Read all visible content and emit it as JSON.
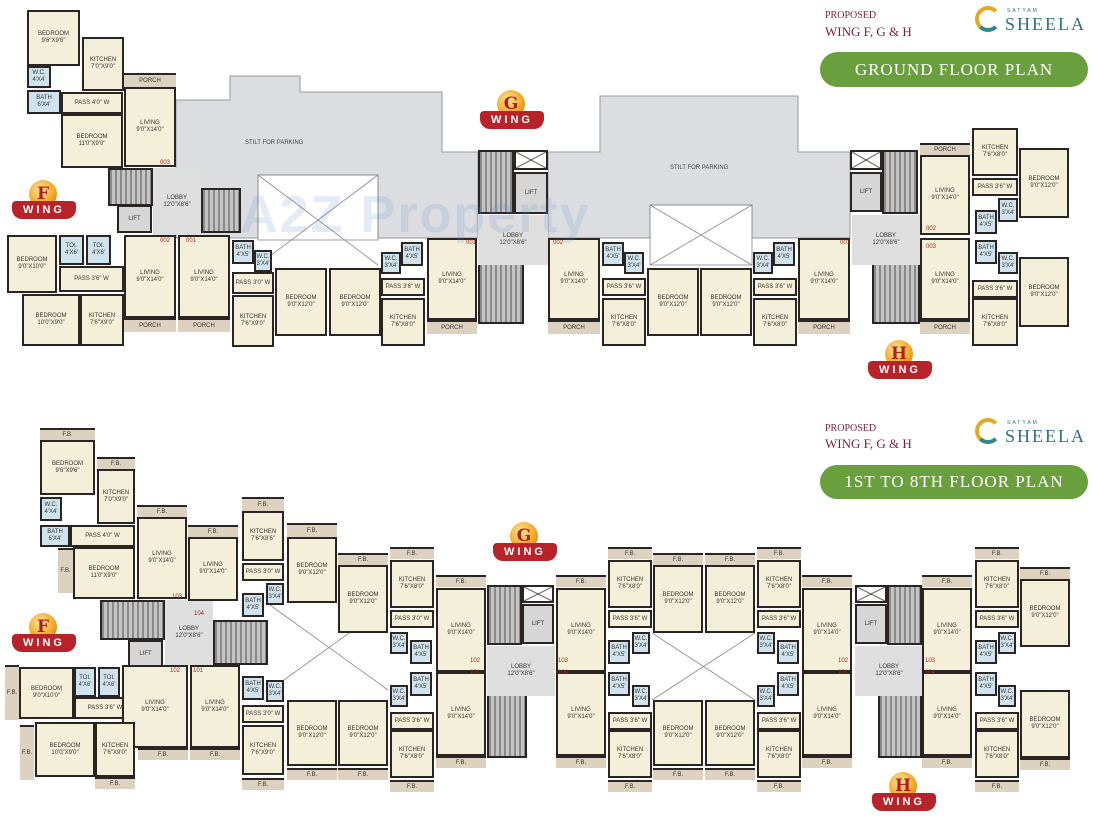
{
  "watermark": "A2Z Property",
  "colors": {
    "living": "#f4efd8",
    "wet": "#cfe3ee",
    "balcony": "#dcd2bf",
    "core": "#d6d6d6",
    "title_pill": "#6a9f3e",
    "wing_badge": "#b8232a",
    "unit_number": "#a02a1e"
  },
  "logo": {
    "small": "SATYAM",
    "name": "SHEELA"
  },
  "wings": {
    "F": "F",
    "G": "G",
    "H": "H",
    "ribbon": "WING"
  },
  "plans": [
    {
      "proposed": "PROPOSED",
      "wings_title": "WING F, G & H",
      "title": "GROUND FLOOR PLAN",
      "stilt_labels": [
        "STILT FOR PARKING",
        "STILT FOR PARKING"
      ],
      "unit_numbers": [
        "003",
        "002",
        "001",
        "001",
        "002",
        "001",
        "002",
        "003"
      ],
      "rooms": [
        {
          "label": "BEDROOM",
          "size": "9'6\"X9'6\""
        },
        {
          "label": "KITCHEN",
          "size": "7'0\"X9'0\""
        },
        {
          "label": "W.C.",
          "size": "4'X4'"
        },
        {
          "label": "BATH",
          "size": "6'X4'"
        },
        {
          "label": "PASS 4'0\" W",
          "size": ""
        },
        {
          "label": "PORCH",
          "size": ""
        },
        {
          "label": "LIVING",
          "size": "9'0\"X14'0\""
        },
        {
          "label": "BEDROOM",
          "size": "11'0\"X9'0\""
        },
        {
          "label": "LOBBY",
          "size": "12'0\"X8'6\""
        },
        {
          "label": "LIFT",
          "size": ""
        },
        {
          "label": "BEDROOM",
          "size": "9'0\"X10'0\""
        },
        {
          "label": "TOI.",
          "size": "4'X6'"
        },
        {
          "label": "TOI.",
          "size": "4'X6'"
        },
        {
          "label": "PASS 3'6\" W",
          "size": ""
        },
        {
          "label": "LIVING",
          "size": "9'0\"X14'0\""
        },
        {
          "label": "BEDROOM",
          "size": "10'0\"X9'0\""
        },
        {
          "label": "KITCHEN",
          "size": "7'6\"X9'0\""
        },
        {
          "label": "PORCH",
          "size": ""
        },
        {
          "label": "LIVING",
          "size": "9'0\"X14'0\""
        },
        {
          "label": "PORCH",
          "size": ""
        },
        {
          "label": "BATH",
          "size": "4'X5'"
        },
        {
          "label": "W.C.",
          "size": "3'X4'"
        },
        {
          "label": "PASS 3'0\" W",
          "size": ""
        },
        {
          "label": "KITCHEN",
          "size": "7'6\"X9'0\""
        },
        {
          "label": "BEDROOM",
          "size": "9'0\"X12'0\""
        },
        {
          "label": "BEDROOM",
          "size": "9'0\"X12'0\""
        },
        {
          "label": "W.C.",
          "size": "3'X4'"
        },
        {
          "label": "BATH",
          "size": "4'X5'"
        },
        {
          "label": "PASS 3'6\" W",
          "size": ""
        },
        {
          "label": "KITCHEN",
          "size": "7'6\"X8'0\""
        },
        {
          "label": "LIVING",
          "size": "9'0\"X14'0\""
        },
        {
          "label": "PORCH",
          "size": ""
        },
        {
          "label": "LIFT",
          "size": ""
        },
        {
          "label": "LOBBY",
          "size": "12'0\"X8'6\""
        },
        {
          "label": "LIVING",
          "size": "9'0\"X14'0\""
        },
        {
          "label": "PORCH",
          "size": ""
        },
        {
          "label": "BATH",
          "size": "4'X5'"
        },
        {
          "label": "W.C.",
          "size": "3'X4'"
        },
        {
          "label": "PASS 3'6\" W",
          "size": ""
        },
        {
          "label": "KITCHEN",
          "size": "7'6\"X8'0\""
        },
        {
          "label": "BEDROOM",
          "size": "9'0\"X12'0\""
        },
        {
          "label": "BEDROOM",
          "size": "9'0\"X12'0\""
        },
        {
          "label": "W.C.",
          "size": "3'X4'"
        },
        {
          "label": "BATH",
          "size": "4'X5'"
        },
        {
          "label": "PASS 3'6\" W",
          "size": ""
        },
        {
          "label": "KITCHEN",
          "size": "7'6\"X8'0\""
        },
        {
          "label": "LIVING",
          "size": "9'0\"X14'0\""
        },
        {
          "label": "PORCH",
          "size": ""
        },
        {
          "label": "LIFT",
          "size": ""
        },
        {
          "label": "LOBBY",
          "size": "12'0\"X8'6\""
        },
        {
          "label": "PORCH",
          "size": ""
        },
        {
          "label": "LIVING",
          "size": "9'0\"X14'0\""
        },
        {
          "label": "KITCHEN",
          "size": "7'6\"X8'0\""
        },
        {
          "label": "PASS 3'6\" W",
          "size": ""
        },
        {
          "label": "BEDROOM",
          "size": "9'0\"X12'0\""
        },
        {
          "label": "BATH",
          "size": "4'X5'"
        },
        {
          "label": "W.C.",
          "size": "3'X4'"
        },
        {
          "label": "LIVING",
          "size": "9'0\"X14'0\""
        },
        {
          "label": "PORCH",
          "size": ""
        },
        {
          "label": "BATH",
          "size": "4'X5'"
        },
        {
          "label": "W.C.",
          "size": "3'X4'"
        },
        {
          "label": "PASS 3'6\" W",
          "size": ""
        },
        {
          "label": "KITCHEN",
          "size": "7'6\"X8'0\""
        },
        {
          "label": "BEDROOM",
          "size": "9'0\"X12'0\""
        }
      ]
    },
    {
      "proposed": "PROPOSED",
      "wings_title": "WING F, G & H",
      "title": "1ST TO 8TH FLOOR PLAN",
      "stilt_labels": [],
      "unit_numbers": [
        "103",
        "104",
        "102",
        "101",
        "102",
        "101",
        "103",
        "104",
        "102",
        "101",
        "103",
        "104"
      ],
      "rooms": [
        {
          "label": "F.B.",
          "size": ""
        },
        {
          "label": "BEDROOM",
          "size": "9'6\"X9'6\""
        },
        {
          "label": "F.B.",
          "size": ""
        },
        {
          "label": "KITCHEN",
          "size": "7'0\"X9'0\""
        },
        {
          "label": "W.C.",
          "size": "4'X4'"
        },
        {
          "label": "BATH",
          "size": "6'X4'"
        },
        {
          "label": "PASS 4'0\" W",
          "size": ""
        },
        {
          "label": "F.B.",
          "size": ""
        },
        {
          "label": "LIVING",
          "size": "9'0\"X14'0\""
        },
        {
          "label": "F.B.",
          "size": ""
        },
        {
          "label": "BEDROOM",
          "size": "11'0\"X9'0\""
        },
        {
          "label": "LIFT",
          "size": ""
        },
        {
          "label": "LOBBY",
          "size": "12'0\"X8'6\""
        },
        {
          "label": "F.B.",
          "size": ""
        },
        {
          "label": "LIVING",
          "size": "9'0\"X14'0\""
        },
        {
          "label": "F.B.",
          "size": ""
        },
        {
          "label": "BEDROOM",
          "size": "9'0\"X10'0\""
        },
        {
          "label": "TOI.",
          "size": "4'X6'"
        },
        {
          "label": "TOI.",
          "size": "4'X6'"
        },
        {
          "label": "PASS 3'6\" W",
          "size": ""
        },
        {
          "label": "LIVING",
          "size": "9'0\"X14'0\""
        },
        {
          "label": "F.B.",
          "size": ""
        },
        {
          "label": "BEDROOM",
          "size": "10'0\"X9'0\""
        },
        {
          "label": "KITCHEN",
          "size": "7'6\"X9'0\""
        },
        {
          "label": "F.B.",
          "size": ""
        },
        {
          "label": "F.B.",
          "size": ""
        },
        {
          "label": "LIVING",
          "size": "9'0\"X14'0\""
        },
        {
          "label": "F.B.",
          "size": ""
        },
        {
          "label": "F.B.",
          "size": ""
        },
        {
          "label": "KITCHEN",
          "size": "7'6\"X8'6\""
        },
        {
          "label": "PASS 3'0\" W",
          "size": ""
        },
        {
          "label": "W.C.",
          "size": "3'X4'"
        },
        {
          "label": "BATH",
          "size": "4'X5'"
        },
        {
          "label": "F.B.",
          "size": ""
        },
        {
          "label": "BEDROOM",
          "size": "9'0\"X12'0\""
        },
        {
          "label": "BATH",
          "size": "4'X5'"
        },
        {
          "label": "W.C.",
          "size": "3'X4'"
        },
        {
          "label": "PASS 3'0\" W",
          "size": ""
        },
        {
          "label": "KITCHEN",
          "size": "7'6\"X9'0\""
        },
        {
          "label": "F.B.",
          "size": ""
        },
        {
          "label": "BEDROOM",
          "size": "9'0\"X12'0\""
        },
        {
          "label": "F.B.",
          "size": ""
        },
        {
          "label": "BEDROOM",
          "size": "9'0\"X12'0\""
        },
        {
          "label": "F.B.",
          "size": ""
        },
        {
          "label": "F.B.",
          "size": ""
        },
        {
          "label": "BEDROOM",
          "size": "9'0\"X12'0\""
        },
        {
          "label": "F.B.",
          "size": ""
        },
        {
          "label": "KITCHEN",
          "size": "7'6\"X8'0\""
        },
        {
          "label": "PASS 3'0\" W",
          "size": ""
        },
        {
          "label": "W.C.",
          "size": "3'X4'"
        },
        {
          "label": "BATH",
          "size": "4'X5'"
        },
        {
          "label": "F.B.",
          "size": ""
        },
        {
          "label": "LIVING",
          "size": "9'0\"X14'0\""
        },
        {
          "label": "BATH",
          "size": "4'X5'"
        },
        {
          "label": "W.C.",
          "size": "3'X4'"
        },
        {
          "label": "PASS 3'6\" W",
          "size": ""
        },
        {
          "label": "KITCHEN",
          "size": "7'6\"X8'0\""
        },
        {
          "label": "F.B.",
          "size": ""
        },
        {
          "label": "LIVING",
          "size": "9'0\"X14'0\""
        },
        {
          "label": "F.B.",
          "size": ""
        },
        {
          "label": "LIFT",
          "size": ""
        },
        {
          "label": "LOBBY",
          "size": "12'0\"X8'6\""
        },
        {
          "label": "F.B.",
          "size": ""
        },
        {
          "label": "LIVING",
          "size": "9'0\"X14'0\""
        },
        {
          "label": "LIVING",
          "size": "9'0\"X14'0\""
        },
        {
          "label": "F.B.",
          "size": ""
        },
        {
          "label": "F.B.",
          "size": ""
        },
        {
          "label": "KITCHEN",
          "size": "7'6\"X8'0\""
        },
        {
          "label": "PASS 3'6\" W",
          "size": ""
        },
        {
          "label": "BATH",
          "size": "4'X5'"
        },
        {
          "label": "W.C.",
          "size": "3'X4'"
        },
        {
          "label": "BATH",
          "size": "4'X5'"
        },
        {
          "label": "W.C.",
          "size": "3'X4'"
        },
        {
          "label": "PASS 3'6\" W",
          "size": ""
        },
        {
          "label": "KITCHEN",
          "size": "7'6\"X8'0\""
        },
        {
          "label": "F.B.",
          "size": ""
        },
        {
          "label": "F.B.",
          "size": ""
        },
        {
          "label": "BEDROOM",
          "size": "9'0\"X12'0\""
        },
        {
          "label": "F.B.",
          "size": ""
        },
        {
          "label": "BEDROOM",
          "size": "9'0\"X12'0\""
        },
        {
          "label": "BEDROOM",
          "size": "9'0\"X12'0\""
        },
        {
          "label": "F.B.",
          "size": ""
        },
        {
          "label": "BEDROOM",
          "size": "9'0\"X12'0\""
        },
        {
          "label": "F.B.",
          "size": ""
        },
        {
          "label": "F.B.",
          "size": ""
        },
        {
          "label": "KITCHEN",
          "size": "7'6\"X8'0\""
        },
        {
          "label": "PASS 3'6\" W",
          "size": ""
        },
        {
          "label": "W.C.",
          "size": "3'X4'"
        },
        {
          "label": "BATH",
          "size": "4'X5'"
        },
        {
          "label": "BATH",
          "size": "4'X5'"
        },
        {
          "label": "W.C.",
          "size": "3'X4'"
        },
        {
          "label": "PASS 3'6\" W",
          "size": ""
        },
        {
          "label": "KITCHEN",
          "size": "7'6\"X8'0\""
        },
        {
          "label": "F.B.",
          "size": ""
        },
        {
          "label": "F.B.",
          "size": ""
        },
        {
          "label": "LIVING",
          "size": "9'0\"X14'0\""
        },
        {
          "label": "LIVING",
          "size": "9'0\"X14'0\""
        },
        {
          "label": "F.B.",
          "size": ""
        },
        {
          "label": "LIFT",
          "size": ""
        },
        {
          "label": "LOBBY",
          "size": "12'0\"X8'6\""
        },
        {
          "label": "F.B.",
          "size": ""
        },
        {
          "label": "LIVING",
          "size": "9'0\"X14'0\""
        },
        {
          "label": "LIVING",
          "size": "9'0\"X14'0\""
        },
        {
          "label": "F.B.",
          "size": ""
        },
        {
          "label": "F.B.",
          "size": ""
        },
        {
          "label": "KITCHEN",
          "size": "7'6\"X8'0\""
        },
        {
          "label": "PASS 3'6\" W",
          "size": ""
        },
        {
          "label": "BATH",
          "size": "4'X5'"
        },
        {
          "label": "W.C.",
          "size": "3'X4'"
        },
        {
          "label": "BATH",
          "size": "4'X5'"
        },
        {
          "label": "W.C.",
          "size": "3'X4'"
        },
        {
          "label": "PASS 3'6\" W",
          "size": ""
        },
        {
          "label": "KITCHEN",
          "size": "7'6\"X8'0\""
        },
        {
          "label": "F.B.",
          "size": ""
        },
        {
          "label": "F.B.",
          "size": ""
        },
        {
          "label": "BEDROOM",
          "size": "9'0\"X12'0\""
        },
        {
          "label": "BEDROOM",
          "size": "9'0\"X12'0\""
        },
        {
          "label": "F.B.",
          "size": ""
        }
      ]
    }
  ]
}
